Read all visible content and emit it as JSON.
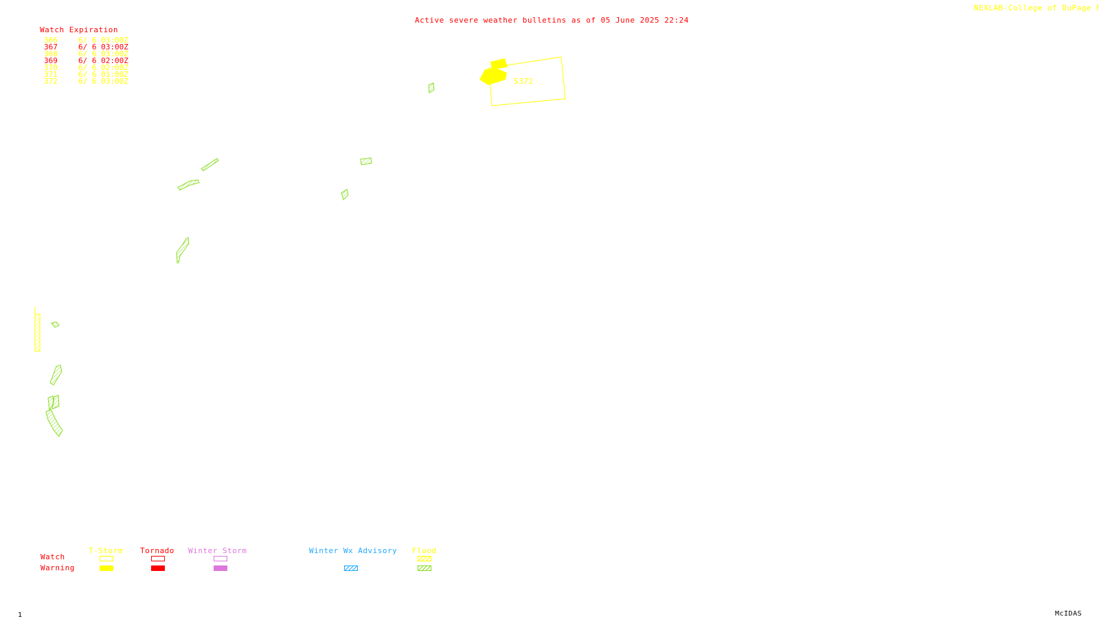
{
  "header": {
    "title": "Active severe weather bulletins as of 05 June 2025 22:24",
    "credit": "NEXLAB-College of DuPage ℞"
  },
  "watch_table": {
    "heading": "Watch Expiration",
    "rows": [
      {
        "id": "366",
        "expires": "6/ 6 03:00Z",
        "color": "#ffff00"
      },
      {
        "id": "367",
        "expires": "6/ 6 03:00Z",
        "color": "#ff0000"
      },
      {
        "id": "368",
        "expires": "6/ 6 03:00Z",
        "color": "#ffff00"
      },
      {
        "id": "369",
        "expires": "6/ 6 02:00Z",
        "color": "#ff0000"
      },
      {
        "id": "370",
        "expires": "6/ 6 02:00Z",
        "color": "#ffff00"
      },
      {
        "id": "371",
        "expires": "6/ 6 01:00Z",
        "color": "#ffff00"
      },
      {
        "id": "372",
        "expires": "6/ 6 03:00Z",
        "color": "#ffff00"
      }
    ]
  },
  "map": {
    "watch_label": "S372",
    "colors": {
      "tstorm": "#ffff00",
      "tornado": "#ff0000",
      "winter_storm": "#dd77dd",
      "winter_advisory": "#22aaff",
      "flood": "#88dd22"
    }
  },
  "legend": {
    "watch_label": "Watch",
    "warning_label": "Warning",
    "categories": [
      {
        "name": "T-Storm",
        "color": "#ffff00"
      },
      {
        "name": "Tornado",
        "color": "#ff0000"
      },
      {
        "name": "Winter Storm",
        "color": "#dd77dd"
      },
      {
        "name": "Winter Wx Advisory",
        "color": "#22aaff"
      },
      {
        "name": "Flood",
        "color": "#88dd22"
      }
    ]
  },
  "footer": {
    "frame_number": "1",
    "software": "McIDAS"
  }
}
